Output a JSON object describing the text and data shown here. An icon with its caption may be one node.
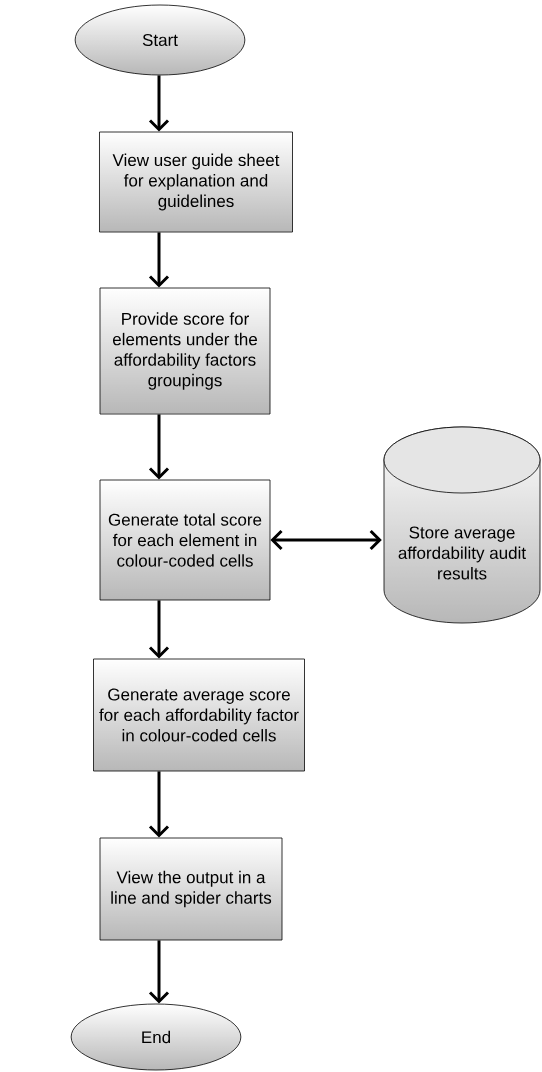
{
  "diagram": {
    "nodes": [
      {
        "text": [
          "Start"
        ]
      },
      {
        "text": [
          "View  user guide sheet  for explanation and guidelines"
        ]
      },
      {
        "text": [
          "Provide score for elements under the affordability factors groupings"
        ]
      },
      {
        "text": [
          "Generate total score for each element in colour-coded cells"
        ]
      },
      {
        "text": [
          "Store average affordability audit results"
        ]
      },
      {
        "text": [
          "Generate average score for each affordability factor in colour-coded cells"
        ]
      },
      {
        "text": [
          "View the output in a line and spider charts"
        ]
      },
      {
        "text": [
          "End"
        ]
      }
    ],
    "edges": [
      {
        "from": 0,
        "to": 1,
        "arrow": "to"
      },
      {
        "from": 1,
        "to": 2,
        "arrow": "to"
      },
      {
        "from": 2,
        "to": 3,
        "arrow": "to"
      },
      {
        "from": 3,
        "to": 4,
        "arrow": "both"
      },
      {
        "from": 3,
        "to": 5,
        "arrow": "to"
      },
      {
        "from": 5,
        "to": 6,
        "arrow": "to"
      },
      {
        "from": 6,
        "to": 7,
        "arrow": "to"
      }
    ]
  }
}
